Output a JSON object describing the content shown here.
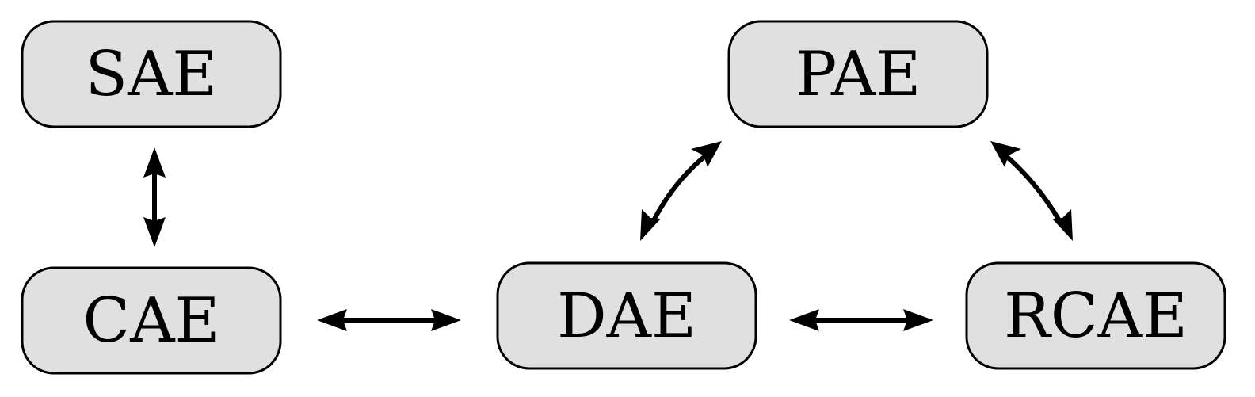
{
  "nodes": {
    "sae": "SAE",
    "cae": "CAE",
    "pae": "PAE",
    "dae": "DAE",
    "rcae": "RCAE"
  },
  "colors": {
    "node_fill": "#e0e0e0",
    "stroke": "#000000",
    "background": "#ffffff"
  },
  "edges": [
    {
      "from": "SAE",
      "to": "CAE",
      "style": "bidirectional"
    },
    {
      "from": "CAE",
      "to": "DAE",
      "style": "bidirectional"
    },
    {
      "from": "DAE",
      "to": "RCAE",
      "style": "bidirectional"
    },
    {
      "from": "DAE",
      "to": "PAE",
      "style": "bidirectional"
    },
    {
      "from": "PAE",
      "to": "RCAE",
      "style": "bidirectional"
    }
  ]
}
